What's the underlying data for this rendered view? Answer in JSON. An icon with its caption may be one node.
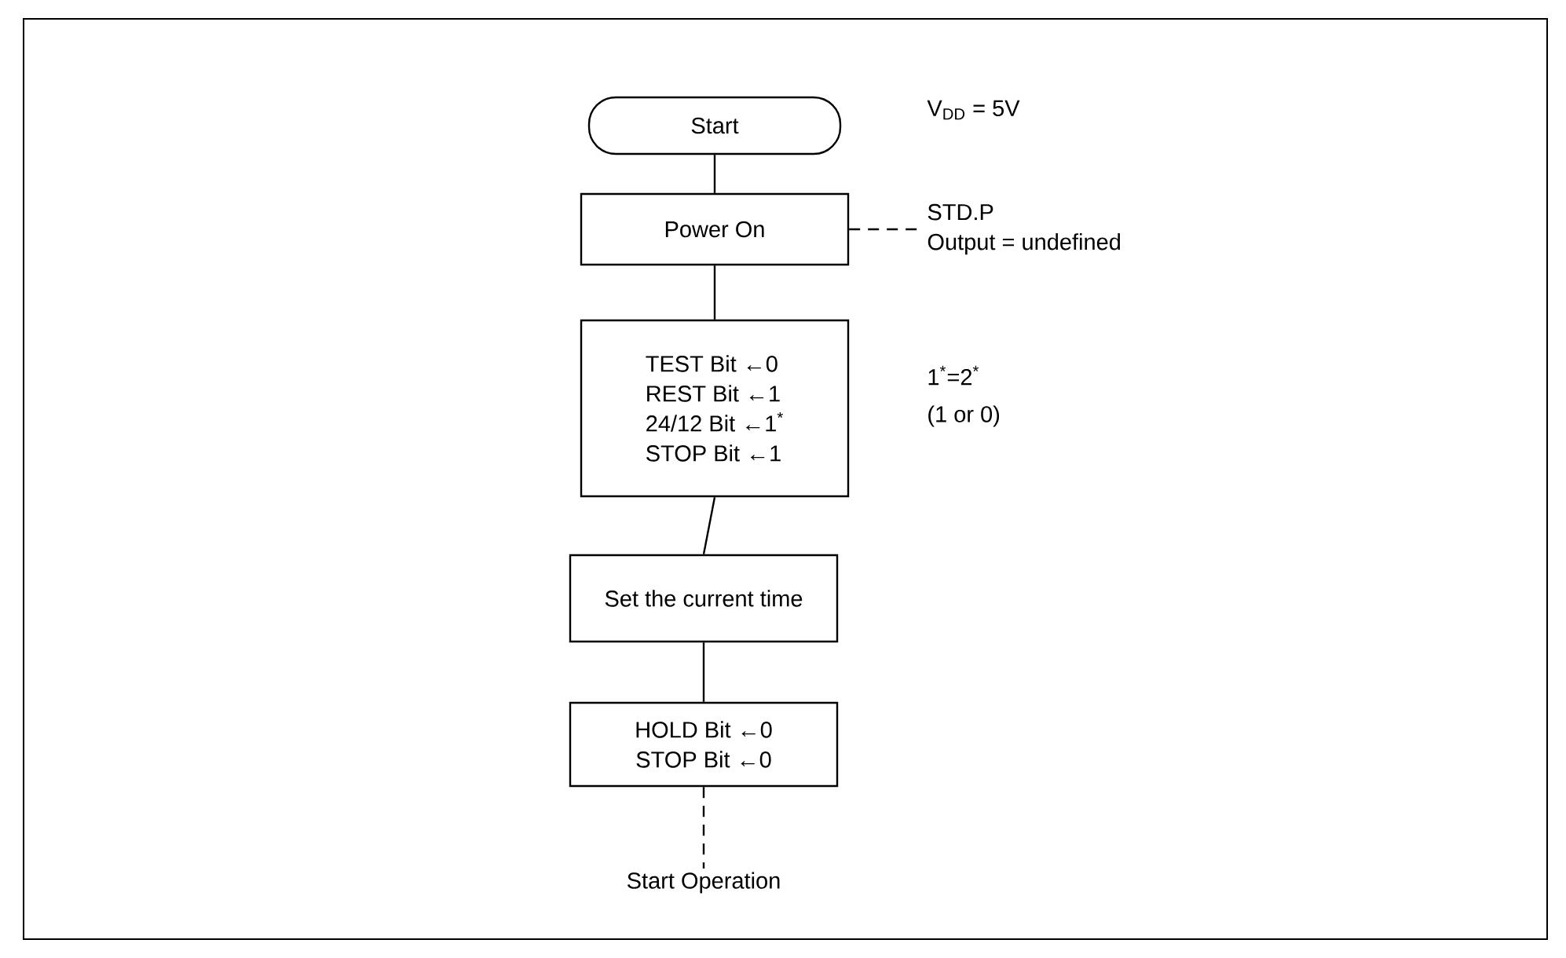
{
  "diagram": {
    "nodes": [
      {
        "text": [
          "Start"
        ]
      },
      {
        "text": [
          "Power On"
        ]
      },
      {
        "text": [
          "TEST Bit ←0",
          "REST Bit ←1",
          "24/12 Bit ←1$^{*}$",
          "STOP Bit ←1"
        ]
      },
      {
        "text": [
          "Set the current time"
        ]
      },
      {
        "text": [
          "HOLD Bit ←0",
          "STOP Bit ←0"
        ]
      },
      {
        "text": [
          "Start Operation"
        ]
      },
      {
        "text": [
          "STD.P",
          "Output = undefined"
        ]
      }
    ],
    "edges": [
      {
        "from": 0,
        "to": 1,
        "arrow": "none"
      },
      {
        "from": 1,
        "to": 2,
        "arrow": "none"
      },
      {
        "from": 2,
        "to": 3,
        "arrow": "none"
      },
      {
        "from": 3,
        "to": 4,
        "arrow": "none"
      },
      {
        "from": 4,
        "to": 5,
        "arrow": "none",
        "style": "dashed"
      },
      {
        "from": 1,
        "to": 6,
        "arrow": "none",
        "style": "dashed"
      }
    ],
    "labels": [
      "V$_{DD}$ = 5V",
      "1$^{*}$=2$^{*}$",
      "(1 or 0)"
    ]
  }
}
